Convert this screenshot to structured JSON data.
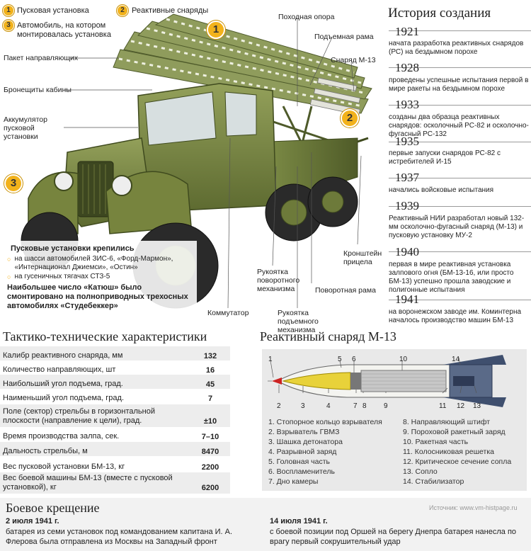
{
  "legend": [
    {
      "num": "1",
      "text": "Пусковая установка"
    },
    {
      "num": "2",
      "text": "Реактивные снаряды"
    },
    {
      "num": "3",
      "text": "Автомобиль, на котором монтировалась установка"
    }
  ],
  "truck_labels": {
    "package": "Пакет направляющих",
    "cab_armor": "Бронещиты кабины",
    "battery": "Аккумулятор пусковой установки",
    "march_support": "Походная опора",
    "lift_frame": "Подъемная рама",
    "rocket_m13": "Снаряд М-13",
    "sight_bracket": "Кронштейн прицела",
    "rotary_handle": "Рукоятка поворотного механизма",
    "rotary_frame": "Поворотная рама",
    "lift_handle": "Рукоятка подъемного механизма",
    "switch": "Коммутатор"
  },
  "mount_info": {
    "title": "Пусковые установки крепились",
    "items": [
      "на шасси автомобилей ЗИС-6, «Форд-Мармон», «Интернационал Джиемси», «Остин»",
      "на гусеничных тягачах СТЗ-5"
    ],
    "note": "Наибольшее число «Катюш» было смонтировано на полноприводных трехосных автомобилях «Студебеккер»"
  },
  "history": {
    "title": "История создания",
    "events": [
      {
        "year": "1921",
        "text": "начата разработка реактивных снарядов (РС) на бездымном порохе"
      },
      {
        "year": "1928",
        "text": "проведены успешные испытания первой в мире ракеты на бездымном порохе"
      },
      {
        "year": "1933",
        "text": "созданы два образца реактивных снарядов: осколочный РС-82 и осколочно-фугасный РС-132"
      },
      {
        "year": "1935",
        "text": "первые запуски снарядов РС-82 с истребителей И-15"
      },
      {
        "year": "1937",
        "text": "начались войсковые испытания"
      },
      {
        "year": "1939",
        "text": "Реактивный НИИ разработал новый 132-мм осколочно-фугасный снаряд (М-13) и пусковую установку МУ-2"
      },
      {
        "year": "1940",
        "text": "первая в мире реактивная установка залпового огня (БМ-13-16, или просто БМ-13) успешно прошла заводские и полигонные испытания"
      },
      {
        "year": "1941",
        "text": "на воронежском заводе им. Коминтерна началось производство машин БМ-13"
      }
    ]
  },
  "specs": {
    "title": "Тактико-технические характеристики",
    "rows": [
      {
        "name": "Калибр реактивного снаряда, мм",
        "value": "132"
      },
      {
        "name": "Количество направляющих, шт",
        "value": "16"
      },
      {
        "name": "Наибольший угол подъема, град.",
        "value": "45"
      },
      {
        "name": "Наименьший угол подъема, град.",
        "value": "7"
      },
      {
        "name": "Поле (сектор) стрельбы в горизонтальной плоскости (направление к цели), град.",
        "value": "±10"
      },
      {
        "name": "Время производства залпа, сек.",
        "value": "7–10"
      },
      {
        "name": "Дальность стрельбы, м",
        "value": "8470"
      },
      {
        "name": "Вес пусковой установки БМ-13, кг",
        "value": "2200"
      },
      {
        "name": "Вес боевой машины БМ-13 (вместе с пусковой установкой), кг",
        "value": "6200"
      }
    ]
  },
  "rocket": {
    "title": "Реактивный снаряд М-13",
    "numbers_top": [
      "1",
      "5",
      "6",
      "10",
      "14"
    ],
    "numbers_bottom": [
      "2",
      "3",
      "4",
      "7",
      "8",
      "9",
      "11",
      "12",
      "13"
    ],
    "parts": [
      "1. Стопорное кольцо взрывателя",
      "2. Взрыватель ГВМЗ",
      "3. Шашка детонатора",
      "4. Разрывной заряд",
      "5. Головная часть",
      "6. Воспламенитель",
      "7. Дно камеры",
      "8. Направляющий штифт",
      "9. Пороховой ракетный заряд",
      "10. Ракетная часть",
      "11. Колосниковая решетка",
      "12. Критическое сечение сопла",
      "13. Сопло",
      "14. Стабилизатор"
    ]
  },
  "baptism": {
    "title": "Боевое крещение",
    "source": "Источник: www.vm-histpage.ru",
    "events": [
      {
        "date": "2 июля 1941 г.",
        "text": "батарея из семи установок под командованием капитана И. А. Флерова была отправлена из Москвы на Западный фронт"
      },
      {
        "date": "14 июля 1941 г.",
        "text": "с боевой позиции под Оршей на берегу Днепра батарея нанесла по врагу первый сокрушительный удар"
      }
    ]
  }
}
